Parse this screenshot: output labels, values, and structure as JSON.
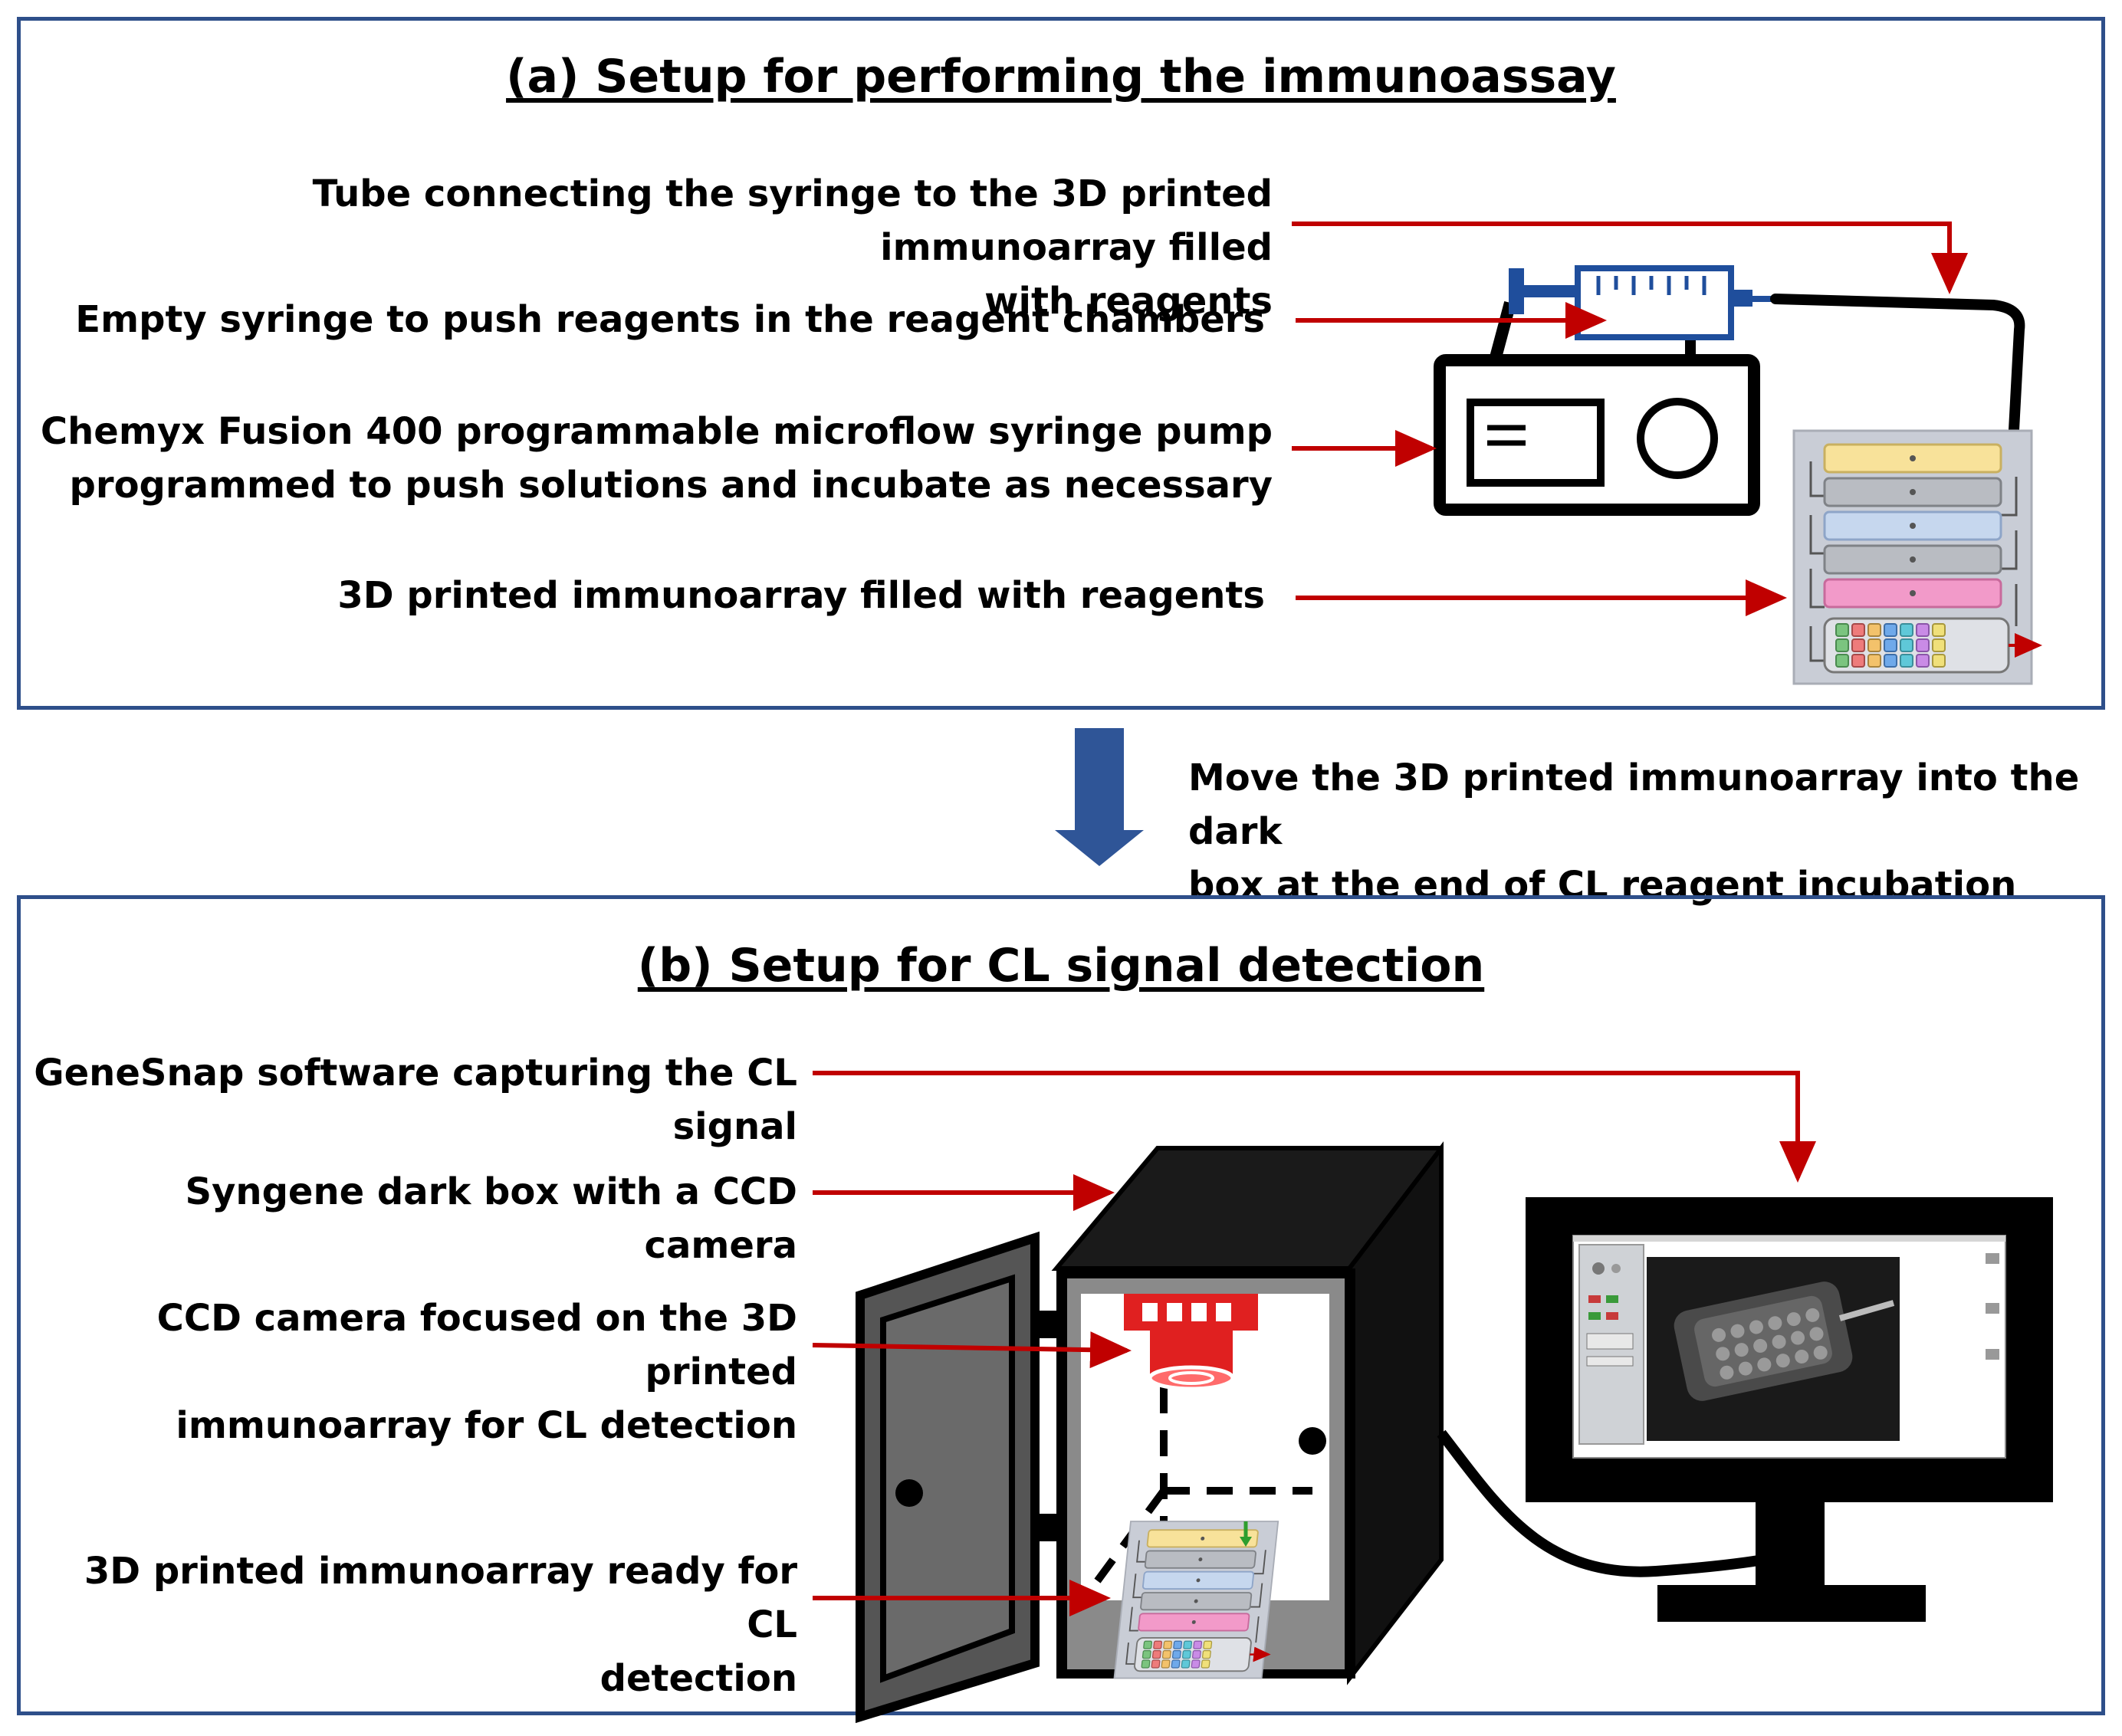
{
  "panel_a": {
    "title": "(a) Setup for performing the immunoassay",
    "labels": {
      "tube": [
        "Tube connecting the syringe to the 3D printed immunoarray filled",
        "with reagents"
      ],
      "syringe": [
        "Empty syringe to push reagents in the reagent chambers"
      ],
      "pump": [
        "Chemyx Fusion 400 programmable microflow syringe pump",
        "programmed to push solutions and incubate as necessary"
      ],
      "array": [
        "3D printed immunoarray filled with reagents"
      ]
    }
  },
  "transition": {
    "note": [
      "Move the 3D printed immunoarray into the dark",
      "box at the end of CL reagent incubation"
    ]
  },
  "panel_b": {
    "title": "(b) Setup for CL signal detection",
    "labels": {
      "software": [
        "GeneSnap software capturing the CL",
        "signal"
      ],
      "darkbox": [
        "Syngene dark box with a CCD camera"
      ],
      "camera": [
        "CCD camera focused on the 3D printed",
        "immunoarray for CL detection"
      ],
      "array": [
        "3D printed immunoarray ready for CL",
        "detection"
      ]
    }
  },
  "colors": {
    "panel_border": "#2e4f8a",
    "arrow_red": "#c00000",
    "flow_arrow_blue": "#2f5597",
    "syringe_blue": "#1f4e9c",
    "chamber_yellow": "#f8e29a",
    "chamber_grey": "#b9bcc2",
    "chamber_blue": "#c6d7ee",
    "chamber_pink": "#f29ac9",
    "camera_red": "#e02020"
  },
  "icons": [
    "syringe-icon",
    "syringe-pump-icon",
    "immunoarray-icon",
    "dark-box-icon",
    "ccd-camera-icon",
    "monitor-icon"
  ]
}
